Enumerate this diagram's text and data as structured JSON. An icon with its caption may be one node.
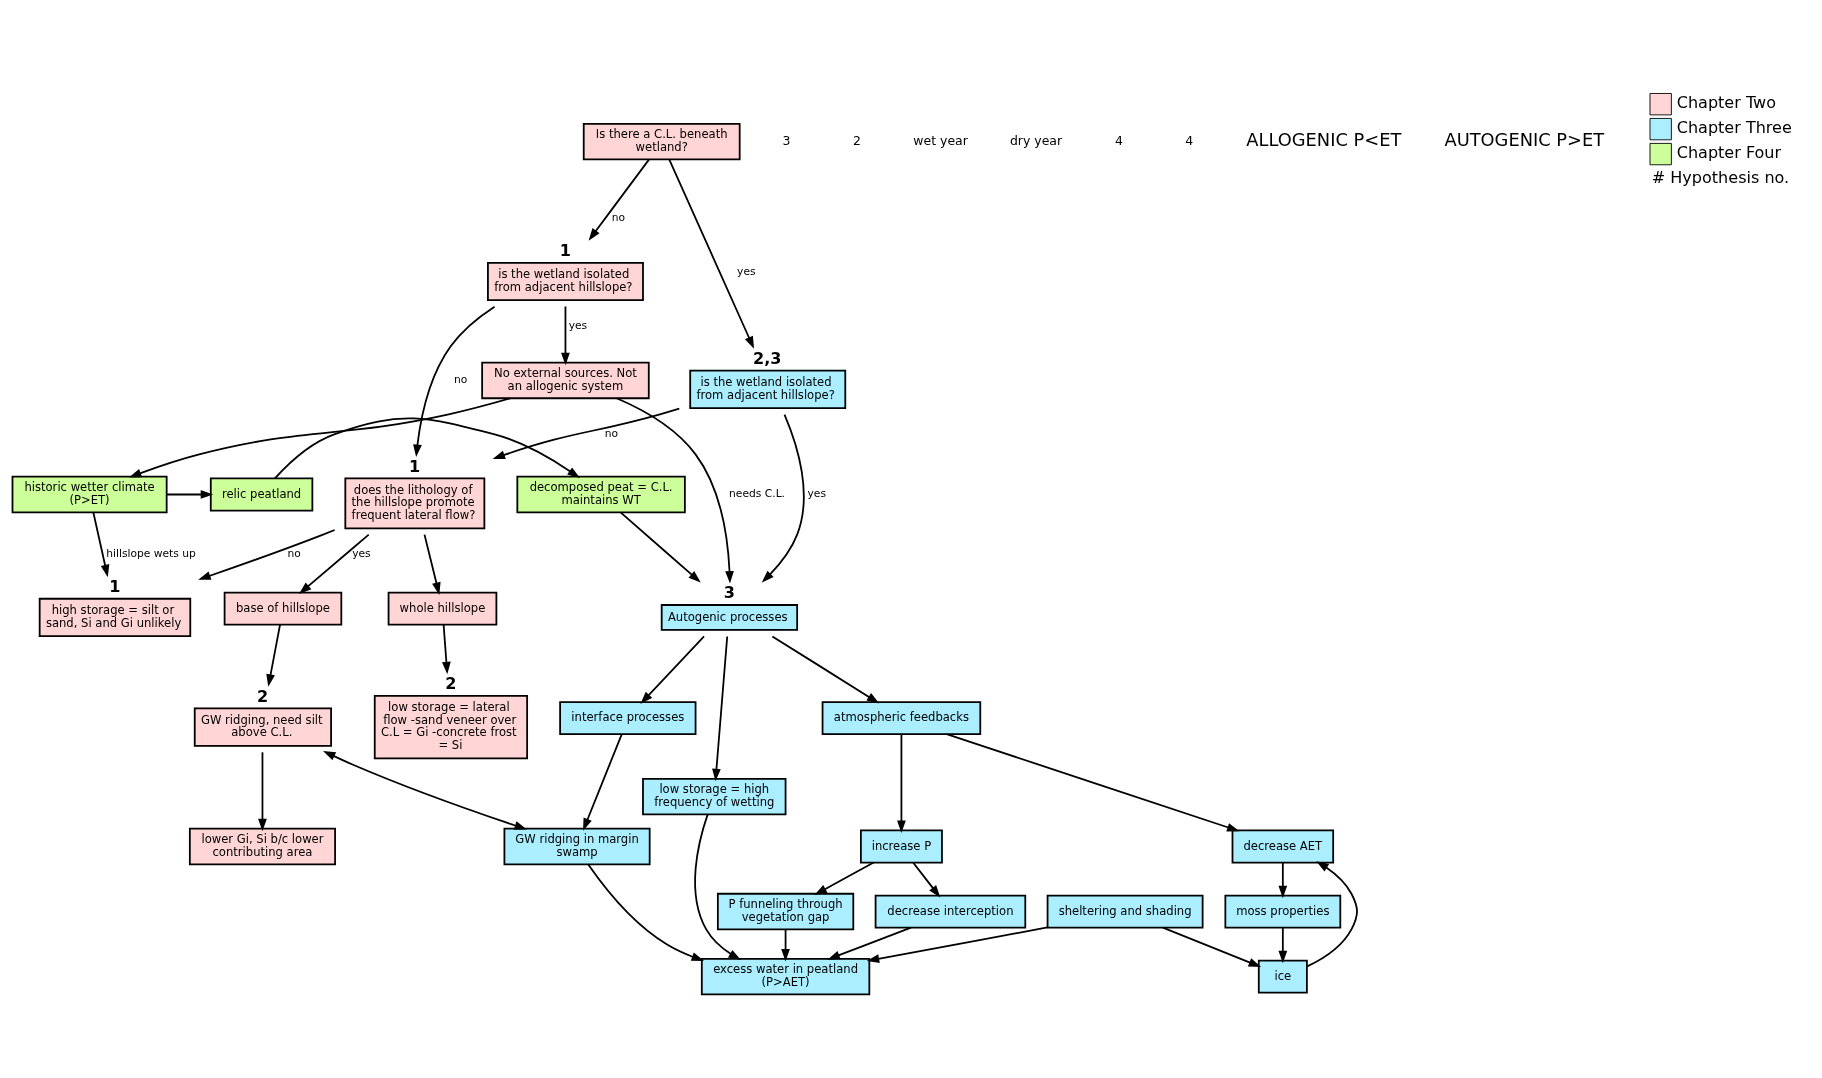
{
  "diagram": {
    "nodes": [
      {
        "text": [
          "Is there a C.L. beneath wetland?"
        ]
      },
      {
        "text": [
          "is the wetland isolated from adjacent hillslope?"
        ],
        "beside": [
          "1"
        ]
      },
      {
        "text": [
          "is the wetland isolated from adjacent hillslope?"
        ],
        "beside": [
          "2,3"
        ]
      },
      {
        "text": [
          "No external sources. Not an allogenic system"
        ]
      },
      {
        "text": [
          "Autogenic processes"
        ],
        "beside": [
          "3"
        ]
      },
      {
        "text": [
          "low storage = high frequency of wetting"
        ]
      },
      {
        "text": [
          "does the lithology of the hillslope promote frequent lateral flow?"
        ],
        "beside": [
          "1"
        ]
      },
      {
        "text": [
          "base of hillslope"
        ]
      },
      {
        "text": [
          "whole hillslope"
        ]
      },
      {
        "text": [
          "GW ridging, need silt above C.L."
        ],
        "beside": [
          "2"
        ]
      },
      {
        "text": [
          "interface processes"
        ]
      },
      {
        "text": [
          "atmospheric feedbacks"
        ]
      },
      {
        "text": [
          "GW ridging in margin swamp"
        ]
      },
      {
        "text": [
          "decrease AET"
        ]
      },
      {
        "text": [
          "increase P"
        ]
      },
      {
        "text": [
          "high storage = silt or sand, Si and Gi unlikely"
        ],
        "beside": [
          "1"
        ]
      },
      {
        "text": [
          "low storage = lateral flow -sand veneer over C.L = Gi -concrete frost = Si"
        ],
        "beside": [
          "2"
        ]
      },
      {
        "text": [
          "lower Gi, Si b/c lower contributing area"
        ]
      },
      {
        "text": [
          "ice"
        ]
      },
      {
        "text": [
          "moss properties"
        ]
      },
      {
        "text": [
          "P funneling through vegetation gap"
        ]
      },
      {
        "text": [
          "sheltering and shading"
        ]
      },
      {
        "text": [
          "decrease interception"
        ]
      },
      {
        "text": [
          "historic wetter climate (P>ET)"
        ]
      },
      {
        "text": [
          "relic peatland"
        ]
      },
      {
        "text": [
          "decomposed peat = C.L. maintains WT"
        ]
      },
      {
        "text": [
          "excess water in peatland (P>AET)"
        ]
      }
    ],
    "edges": [
      {
        "from": 0,
        "to": 1,
        "arrow": "to",
        "label": "no"
      },
      {
        "from": 0,
        "to": 2,
        "arrow": "to",
        "label": "yes"
      },
      {
        "from": 1,
        "to": 3,
        "arrow": "to",
        "label": "yes"
      },
      {
        "from": 1,
        "to": 6,
        "arrow": "to",
        "label": "no"
      },
      {
        "from": 2,
        "to": 6,
        "arrow": "to",
        "label": "no"
      },
      {
        "from": 2,
        "to": 4,
        "arrow": "to",
        "label": "yes"
      },
      {
        "from": 3,
        "to": 4,
        "arrow": "to",
        "label": "needs C.L."
      },
      {
        "from": 3,
        "to": 23,
        "arrow": "to"
      },
      {
        "from": 6,
        "to": 7,
        "arrow": "to",
        "label": "yes"
      },
      {
        "from": 6,
        "to": 8,
        "arrow": "to"
      },
      {
        "from": 6,
        "to": 15,
        "arrow": "to",
        "label": "no"
      },
      {
        "from": 7,
        "to": 9,
        "arrow": "to"
      },
      {
        "from": 8,
        "to": 16,
        "arrow": "to"
      },
      {
        "from": 9,
        "to": 17,
        "arrow": "to"
      },
      {
        "from": 9,
        "to": 12,
        "arrow": "both"
      },
      {
        "from": 4,
        "to": 5,
        "arrow": "to"
      },
      {
        "from": 4,
        "to": 10,
        "arrow": "to"
      },
      {
        "from": 4,
        "to": 11,
        "arrow": "to"
      },
      {
        "from": 10,
        "to": 12,
        "arrow": "to"
      },
      {
        "from": 11,
        "to": 13,
        "arrow": "to"
      },
      {
        "from": 11,
        "to": 14,
        "arrow": "to"
      },
      {
        "from": 12,
        "to": 26,
        "arrow": "to"
      },
      {
        "from": 13,
        "to": 19,
        "arrow": "to"
      },
      {
        "from": 19,
        "to": 18,
        "arrow": "to"
      },
      {
        "from": 18,
        "to": 13,
        "arrow": "to"
      },
      {
        "from": 21,
        "to": 18,
        "arrow": "to"
      },
      {
        "from": 21,
        "to": 26,
        "arrow": "to"
      },
      {
        "from": 14,
        "to": 20,
        "arrow": "to"
      },
      {
        "from": 14,
        "to": 22,
        "arrow": "to"
      },
      {
        "from": 20,
        "to": 26,
        "arrow": "to"
      },
      {
        "from": 22,
        "to": 26,
        "arrow": "to"
      },
      {
        "from": 5,
        "to": 26,
        "arrow": "to"
      },
      {
        "from": 25,
        "to": 4,
        "arrow": "to"
      },
      {
        "from": 23,
        "to": 15,
        "arrow": "to",
        "label": "hillslope wets up"
      },
      {
        "from": 23,
        "to": 24,
        "arrow": "to"
      },
      {
        "from": 24,
        "to": 25,
        "arrow": "to"
      }
    ],
    "labels": [
      "3",
      "2",
      "wet year",
      "dry year",
      "4",
      "4",
      "ALLOGENIC P<ET",
      "AUTOGENIC P>ET"
    ],
    "legend": [
      {
        "text": "Chapter Two",
        "color": "#ffd5d5"
      },
      {
        "text": "Chapter Three",
        "color": "#aaeeff"
      },
      {
        "text": "Chapter Four",
        "color": "#ccff99"
      },
      {
        "text": "# Hypothesis no."
      }
    ]
  }
}
